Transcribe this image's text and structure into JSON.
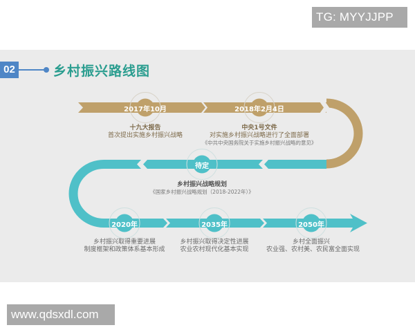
{
  "watermarks": {
    "top_right": "TG: MYYJJPP",
    "bottom_left": "www.qdsxdl.com"
  },
  "header": {
    "section_number": "02",
    "title": "乡村振兴路线图"
  },
  "colors": {
    "gold": "#bfa06a",
    "teal": "#4fc0c8",
    "title_green": "#2a9d8f",
    "badge_blue": "#4f86c6",
    "panel_bg": "#ebebeb"
  },
  "milestones": [
    {
      "node": "2017年10月",
      "color": "gold",
      "lines": [
        "十九大报告",
        "首次提出实施乡村振兴战略"
      ]
    },
    {
      "node": "2018年2月4日",
      "color": "gold",
      "lines": [
        "中央1号文件",
        "对实施乡村振兴战略进行了全面部署",
        "《中共中央国务院关于实施乡村振兴战略的意见》"
      ]
    },
    {
      "node": "待定",
      "color": "teal",
      "lines": [
        "乡村振兴战略规划",
        "《国家乡村振兴战略规划（2018-2022年）》"
      ]
    },
    {
      "node": "2020年",
      "color": "teal",
      "lines": [
        "乡村振兴取得重要进展",
        "制度框架和政策体系基本形成"
      ]
    },
    {
      "node": "2035年",
      "color": "teal",
      "lines": [
        "乡村振兴取得决定性进展",
        "农业农村现代化基本实现"
      ]
    },
    {
      "node": "2050年",
      "color": "teal",
      "lines": [
        "乡村全面振兴",
        "农业强、农村美、农民富全面实现"
      ]
    }
  ]
}
